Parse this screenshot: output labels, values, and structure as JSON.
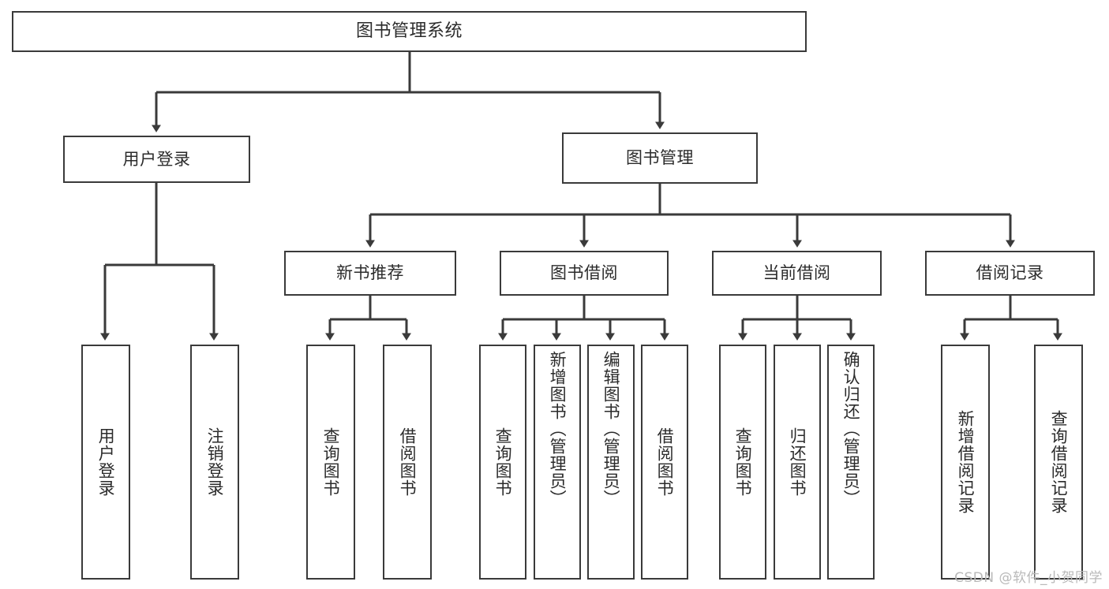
{
  "diagram": {
    "type": "tree-hierarchy-diagram",
    "title": "图书管理系统",
    "colors": {
      "box_border": "#3a3a3a",
      "box_fill": "#ffffff",
      "text": "#2b2b2b",
      "edge": "#3a3a3a",
      "background": "#ffffff",
      "watermark": "#b9b9b9"
    },
    "levels": {
      "root": {
        "label": "图书管理系统"
      },
      "level1": [
        {
          "label": "用户登录"
        },
        {
          "label": "图书管理"
        }
      ],
      "level2": [
        {
          "label": "新书推荐"
        },
        {
          "label": "图书借阅"
        },
        {
          "label": "当前借阅"
        },
        {
          "label": "借阅记录"
        }
      ],
      "leaves_user_login": [
        {
          "label": "用户登录"
        },
        {
          "label": "注销登录"
        }
      ],
      "leaves_new_book": [
        {
          "label": "查询图书"
        },
        {
          "label": "借阅图书"
        }
      ],
      "leaves_borrow": [
        {
          "label": "查询图书"
        },
        {
          "label": "新增图书（管理员）"
        },
        {
          "label": "编辑图书（管理员）"
        },
        {
          "label": "借阅图书"
        }
      ],
      "leaves_current": [
        {
          "label": "查询图书"
        },
        {
          "label": "归还图书"
        },
        {
          "label": "确认归还（管理员）"
        }
      ],
      "leaves_record": [
        {
          "label": "新增借阅记录"
        },
        {
          "label": "查询借阅记录"
        }
      ]
    },
    "watermark": "CSDN @软件_小贺同学"
  }
}
